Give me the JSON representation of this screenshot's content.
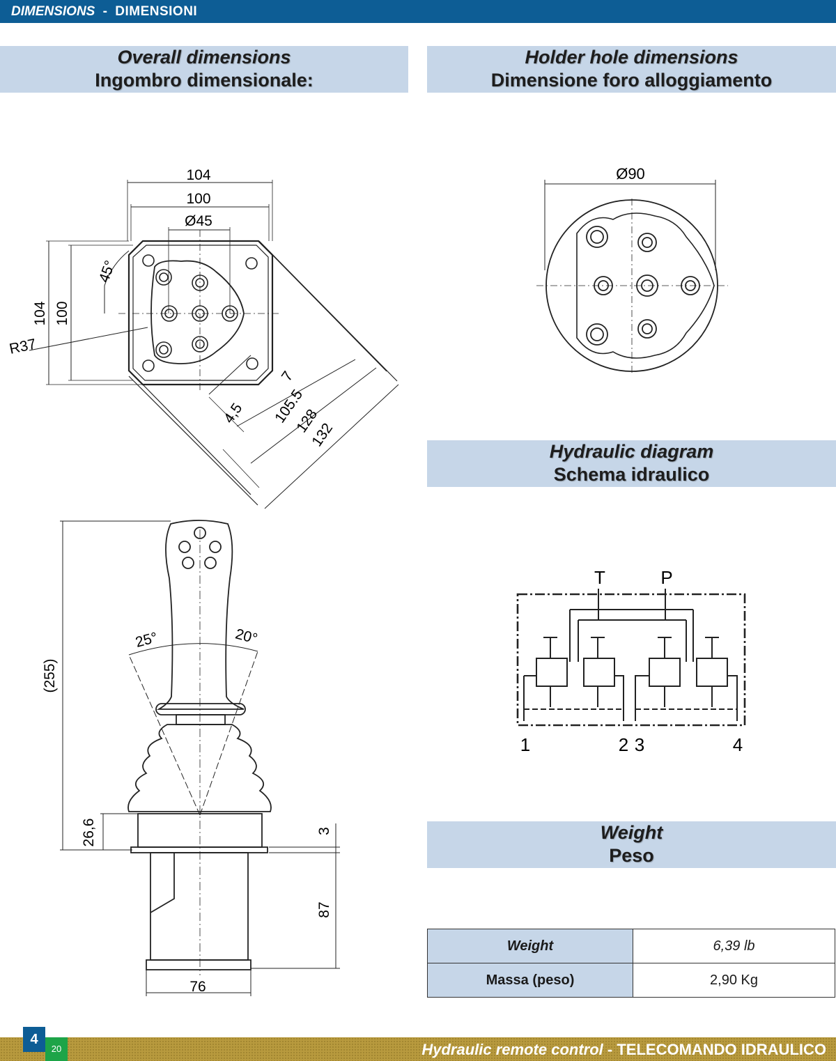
{
  "header": {
    "title_en": "DIMENSIONS",
    "separator": "-",
    "title_it": "DIMENSIONI"
  },
  "sections": {
    "overall": {
      "en": "Overall dimensions",
      "it": "Ingombro dimensionale:"
    },
    "holder": {
      "en": "Holder hole dimensions",
      "it": "Dimensione foro alloggiamento"
    },
    "hydraulic": {
      "en": "Hydraulic diagram",
      "it": "Schema idraulico"
    },
    "weight": {
      "en": "Weight",
      "it": "Peso"
    }
  },
  "drawing_top": {
    "dim_104_top": "104",
    "dim_100_top": "100",
    "dim_d45": "Ø45",
    "dim_104_left": "104",
    "dim_100_left": "100",
    "dim_r37": "R37",
    "dim_45deg": "45°",
    "dim_7": "7",
    "dim_45": "4,5",
    "dim_1055": "105.5",
    "dim_128": "128",
    "dim_132": "132"
  },
  "drawing_side": {
    "dim_255": "(255)",
    "angle_25": "25°",
    "angle_20": "20°",
    "dim_266": "26,6",
    "dim_3": "3",
    "dim_87": "87",
    "dim_76": "76"
  },
  "holder_drawing": {
    "dim_d90": "Ø90"
  },
  "hydraulic": {
    "port_t": "T",
    "port_p": "P",
    "port_1": "1",
    "port_2": "2",
    "port_3": "3",
    "port_4": "4"
  },
  "weight_table": [
    {
      "label": "Weight",
      "value": "6,39 lb"
    },
    {
      "label": "Massa (peso)",
      "value": "2,90 Kg"
    }
  ],
  "footer": {
    "page": "4",
    "sub": "20",
    "title_en": "Hydraulic remote control",
    "separator": "-",
    "title_it": "TELECOMANDO IDRAULICO"
  },
  "colors": {
    "header_blue": "#0d5d95",
    "section_bg": "#c6d6e8",
    "footer_gold": "#b89a3e",
    "page_green": "#1da448"
  }
}
